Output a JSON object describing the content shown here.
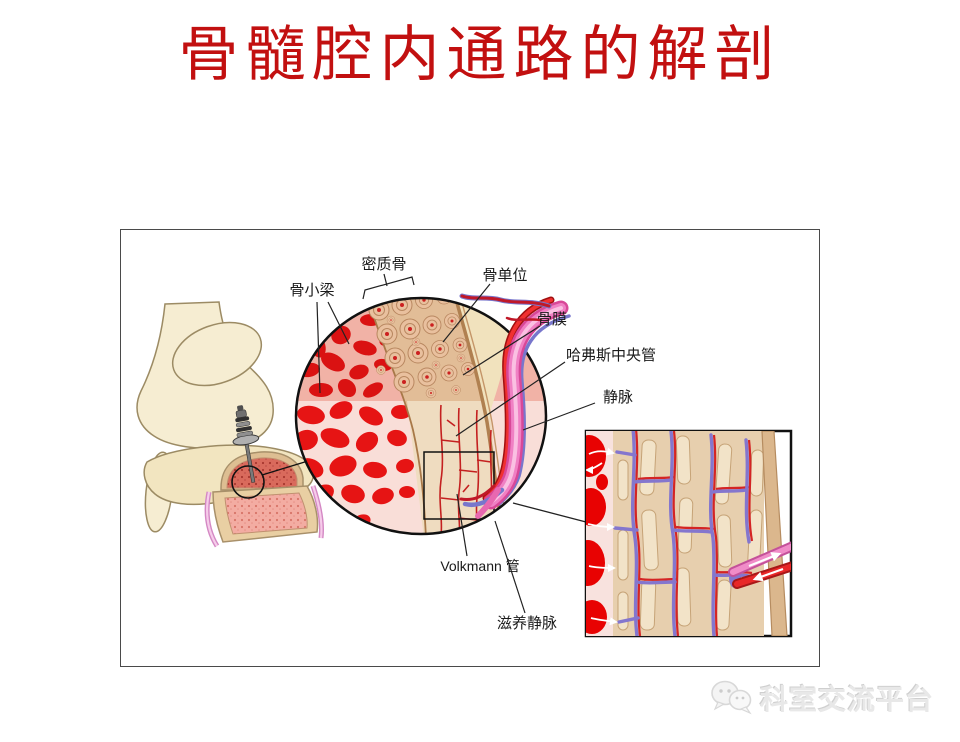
{
  "slide": {
    "title": "骨髓腔内通路的解剖"
  },
  "diagram": {
    "description": "bone-marrow-cavity-anatomy-illustration",
    "labels": {
      "trabeculae": "骨小梁",
      "compact_bone": "密质骨",
      "osteon": "骨单位",
      "periosteum": "骨膜",
      "haversian_canal": "哈弗斯中央管",
      "vein": "静脉",
      "volkmann_canal": "Volkmann 管",
      "nutrient_vein": "滋养静脉"
    }
  },
  "watermark": {
    "text": "科室交流平台",
    "icon": "wechat-chat-bubbles-icon"
  },
  "colors": {
    "title-red": "#c21010",
    "label-ink": "#1a1a1a",
    "marrow-red": "#da1212",
    "trabecular-pink": "#f1b2a6",
    "bone-cream": "#f6edd2",
    "compact-tan": "#e2bd97",
    "periosteum-brown": "#b08050",
    "vein-pink": "#f080c4",
    "vein-purple": "#7876cc",
    "artery-red": "#e02020",
    "watermark-gray": "#e8e8e8"
  }
}
